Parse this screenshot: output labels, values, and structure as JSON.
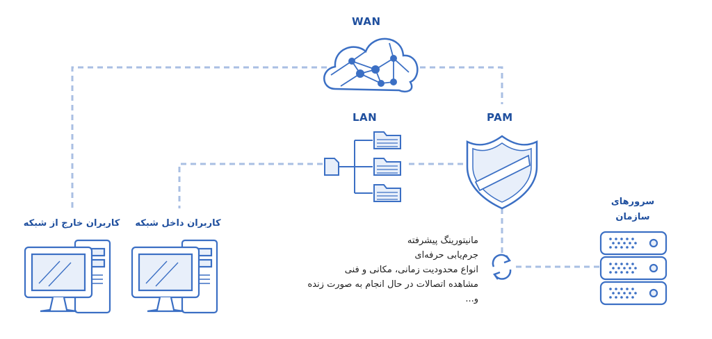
{
  "labels": {
    "wan": "WAN",
    "lan": "LAN",
    "pam": "PAM",
    "external_users": "کاربران خارج از شبکه",
    "internal_users": "کاربران داخل شبکه",
    "servers_line1": "سرورهای",
    "servers_line2": "سازمان"
  },
  "features": [
    "مانیتورینگ پیشرفته",
    "جرم‌یابی حرفه‌ای",
    "انواع محدودیت زمانی، مکانی و فنی",
    "مشاهده اتصالات در حال انجام به صورت زنده",
    "و..."
  ],
  "icons": {
    "wan": "cloud-network-icon",
    "lan": "folder-tree-icon",
    "pam": "shield-icon",
    "sync": "sync-arrows-icon",
    "servers": "server-rack-icon",
    "computer": "desktop-computer-icon"
  },
  "colors": {
    "line": "#a9bfe3",
    "stroke": "#3b6fc4",
    "fill": "#e8effa",
    "label": "#1f4f9e"
  }
}
